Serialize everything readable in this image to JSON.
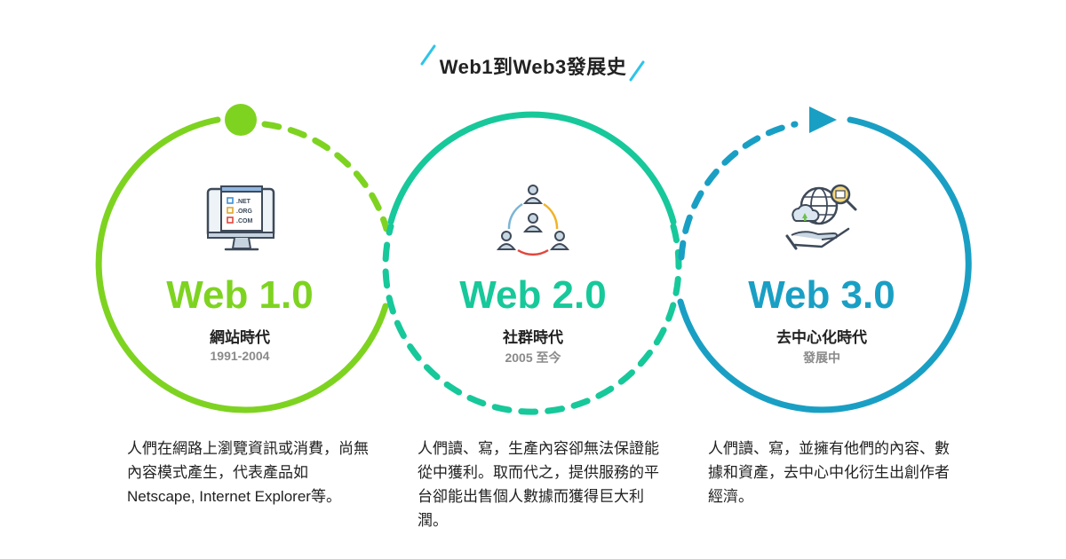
{
  "title": "Web1到Web3發展史",
  "colors": {
    "web1": "#7ed321",
    "web2": "#17c89a",
    "web3": "#1a9fc4",
    "cyan_accent": "#2ec4e8"
  },
  "eras": [
    {
      "title": "Web 1.0",
      "subtitle": "網站時代",
      "period": "1991-2004",
      "icon": "monitor-domain-icon",
      "icon_labels": [
        ".NET",
        ".ORG",
        ".COM"
      ],
      "description": "人們在網路上瀏覽資訊或消費，尚無內容模式產生，代表產品如Netscape, Internet Explorer等。"
    },
    {
      "title": "Web 2.0",
      "subtitle": "社群時代",
      "period": "2005 至今",
      "icon": "community-people-icon",
      "description": "人們讀、寫，生產內容卻無法保證能從中獲利。取而代之，提供服務的平台卻能出售個人數據而獲得巨大利潤。"
    },
    {
      "title": "Web 3.0",
      "subtitle": "去中心化時代",
      "period": "發展中",
      "icon": "globe-hand-icon",
      "description": "人們讀、寫，並擁有他們的內容、數據和資產，去中心中化衍生出創作者經濟。"
    }
  ]
}
